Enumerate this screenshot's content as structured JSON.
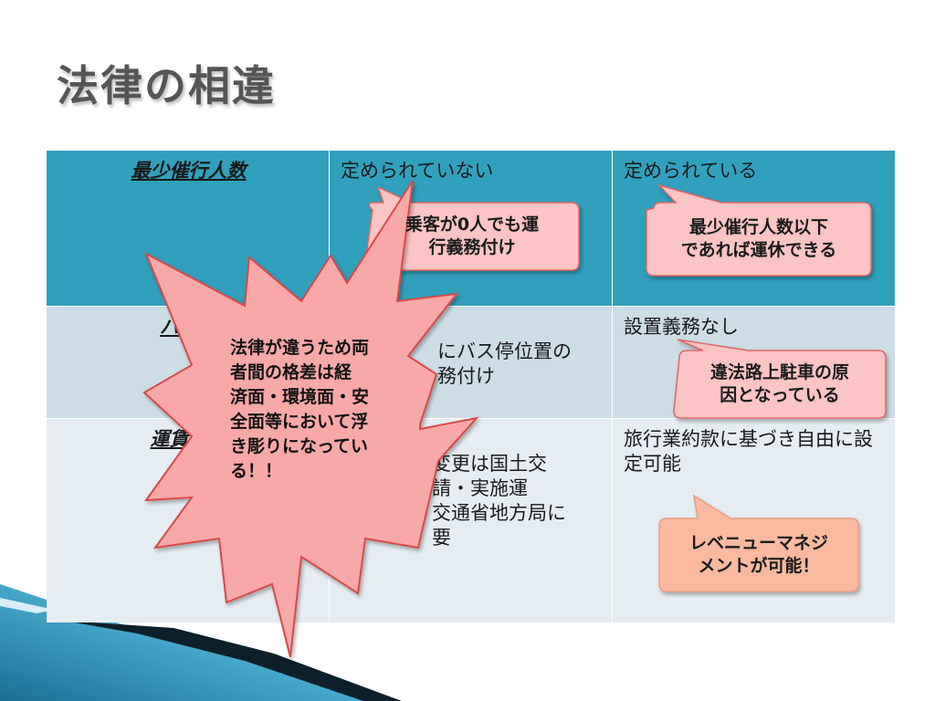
{
  "slide": {
    "title": "法律の相違"
  },
  "table": {
    "rows": [
      {
        "label": "最少催行人数",
        "col_a": "定められていない",
        "col_b": "定められている"
      },
      {
        "label_visible": "バス停",
        "col_a_visible": "にバス停位置の\n務付け",
        "col_b": "設置義務なし"
      },
      {
        "label_visible": "運賃・割",
        "col_a_visible": "変更は国土交\n請・実施運\n交通省地方局に\n要",
        "col_b": "旅行業約款に基づき自由に設定可能"
      }
    ]
  },
  "callouts": {
    "no_minimum": "乗客が0人でも運\n行義務付け",
    "cancel_ok": "最少催行人数以下\nであれば運休できる",
    "illegal_parking": "違法路上駐車の原\n因となっている",
    "revenue_mgmt": "レベニューマネジ\nメントが可能！"
  },
  "starburst": {
    "text": "法律が違うため両\n者間の格差は経\n済面・環境面・安\n全面等において浮\nき彫りになってい\nる！！"
  },
  "colors": {
    "title": "#555555",
    "header_row": "#31a0bd",
    "row2": "#cddde6",
    "row3": "#e6edf2",
    "callout_pink": "#fcc4c4",
    "callout_orange": "#fbb9a0",
    "callout_border": "#e06666",
    "starburst_fill": "#f9a8a8",
    "starburst_stroke": "#d94a4a",
    "deco_blue": "#2b8fb5"
  }
}
